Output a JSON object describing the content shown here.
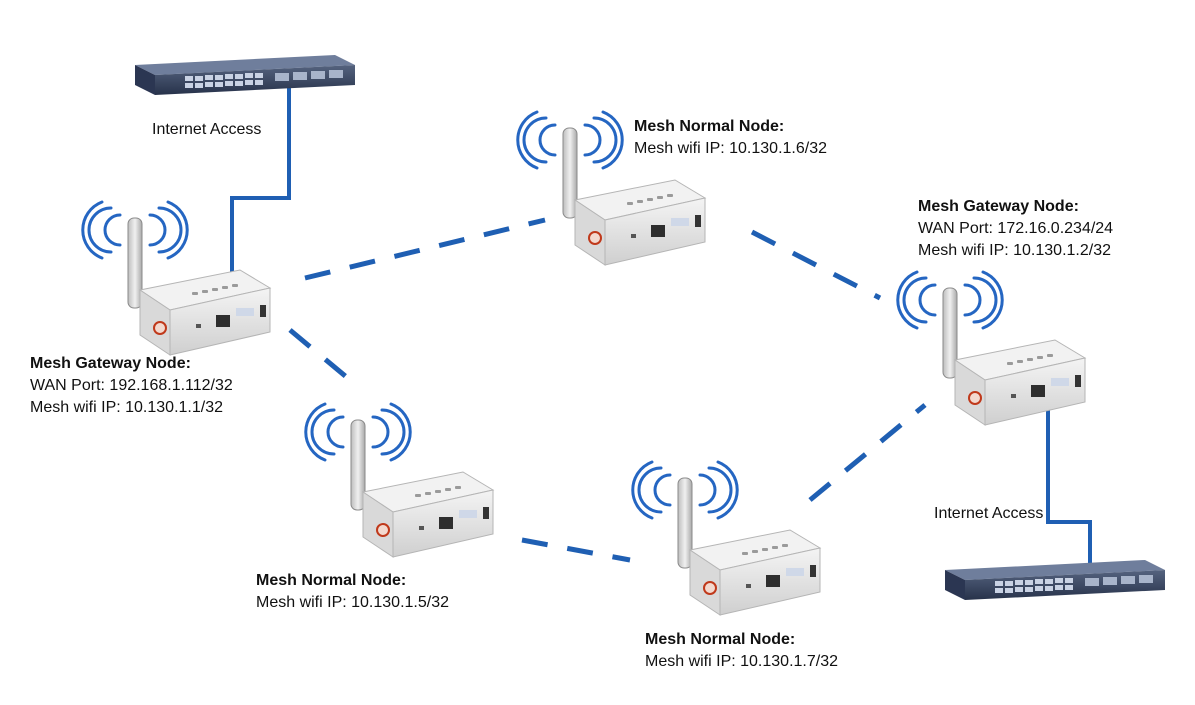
{
  "colors": {
    "link": "#1f5fb3",
    "wifi": "#2566c2",
    "device_body": "#e4e4e4",
    "switch_body": "#3b4a6b"
  },
  "internet_labels": {
    "top": "Internet Access",
    "bottom": "Internet Access"
  },
  "nodes": {
    "gateway_left": {
      "title": "Mesh Gateway Node:",
      "lines": [
        "WAN Port: 192.168.1.112/32",
        "Mesh wifi IP: 10.130.1.1/32"
      ]
    },
    "gateway_right": {
      "title": "Mesh Gateway Node:",
      "lines": [
        "WAN Port: 172.16.0.234/24",
        "Mesh wifi IP: 10.130.1.2/32"
      ]
    },
    "normal_top": {
      "title": "Mesh Normal Node:",
      "lines": [
        "Mesh wifi IP: 10.130.1.6/32"
      ]
    },
    "normal_bottom_left": {
      "title": "Mesh Normal Node:",
      "lines": [
        "Mesh wifi IP: 10.130.1.5/32"
      ]
    },
    "normal_bottom_right": {
      "title": "Mesh Normal Node:",
      "lines": [
        "Mesh wifi IP: 10.130.1.7/32"
      ]
    }
  }
}
